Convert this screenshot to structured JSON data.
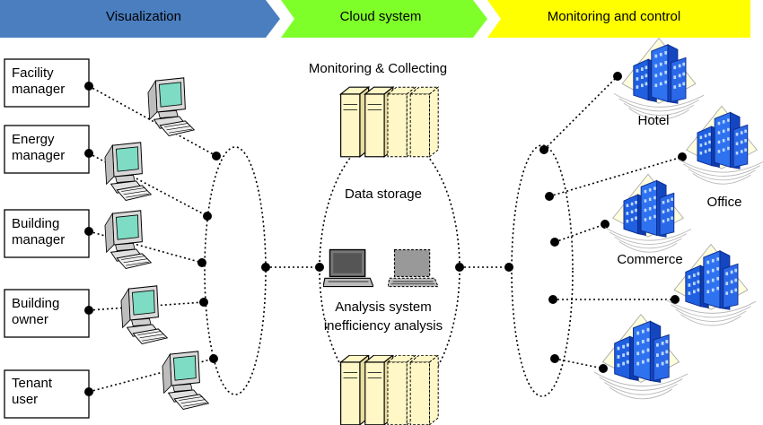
{
  "header": {
    "visualization": "Visualization",
    "cloud": "Cloud system",
    "monitoring": "Monitoring and control",
    "colors": {
      "visualization": "#4a7ebf",
      "cloud": "#7fff2a",
      "monitoring": "#ffff00"
    }
  },
  "users": [
    {
      "line1": "Facility",
      "line2": "manager"
    },
    {
      "line1": "Energy",
      "line2": "manager"
    },
    {
      "line1": "Building",
      "line2": "manager"
    },
    {
      "line1": "Building",
      "line2": "owner"
    },
    {
      "line1": "Tenant",
      "line2": "user"
    }
  ],
  "cloud": {
    "monitoring_collecting": "Monitoring & Collecting",
    "data_storage": "Data storage",
    "analysis_line1": "Analysis system",
    "analysis_line2": "inefficiency analysis"
  },
  "buildings": {
    "hotel": "Hotel",
    "office": "Office",
    "commerce": "Commerce"
  },
  "icons": [
    "computer-icon",
    "server-icon",
    "laptop-icon",
    "building-icon"
  ]
}
